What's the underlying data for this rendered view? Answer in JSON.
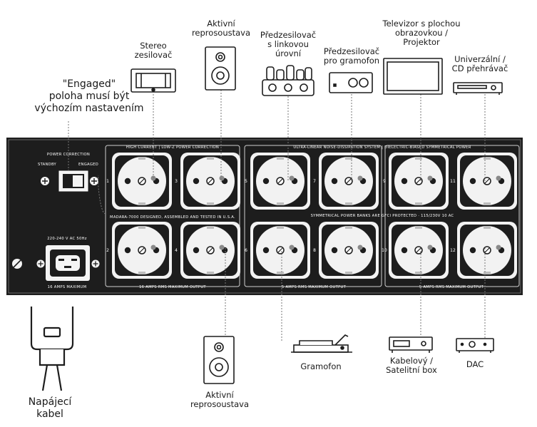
{
  "labels": {
    "engaged_note_1": "\"Engaged\"",
    "engaged_note_2": "poloha musí být",
    "engaged_note_3": "výchozím nastavením",
    "stereo_amp_1": "Stereo",
    "stereo_amp_2": "zesilovač",
    "active_speaker_top_1": "Aktivní",
    "active_speaker_top_2": "reprosoustava",
    "preamp_line_1": "Předzesilovač",
    "preamp_line_2": "s linkovou",
    "preamp_line_3": "úrovní",
    "phono_preamp_1": "Předzesilovač",
    "phono_preamp_2": "pro gramofon",
    "tv_1": "Televizor s plochou",
    "tv_2": "obrazovkou /",
    "tv_3": "Projektor",
    "cd_1": "Univerzální /",
    "cd_2": "CD přehrávač",
    "power_cable_1": "Napájecí",
    "power_cable_2": "kabel",
    "active_speaker_bottom_1": "Aktivní",
    "active_speaker_bottom_2": "reprosoustava",
    "turntable": "Gramofon",
    "cable_box_1": "Kabelový /",
    "cable_box_2": "Satelitní box",
    "dac": "DAC"
  },
  "panel": {
    "power_correction": "POWER CORRECTION",
    "standby": "STANDBY",
    "engaged": "ENGAGED",
    "voltage": "220-240 V AC 50Hz",
    "amps_max": "16 AMPS MAXIMUM",
    "bank1_title": "HIGH CURRENT | LOW-Z POWER CORRECTION",
    "bank23_title": "ULTRA-LINEAR NOISE-DISSIPATION SYSTEM | DIELECTRIC-BIASED SYMMETRICAL POWER",
    "made_in": "MADARA-7000 DESIGNED, ASSEMBLED AND TESTED IN U.S.A.",
    "banks_note": "SYMMETRICAL POWER BANKS ARE GFCI PROTECTED · 115/230V 10 AC",
    "bank1_max": "16 AMPS RMS MAXIMUM OUTPUT",
    "bank2_max": "5 AMPS RMS MAXIMUM OUTPUT",
    "bank3_max": "5 AMPS RMS MAXIMUM OUTPUT",
    "outlet_numbers": [
      "1",
      "2",
      "3",
      "4",
      "5",
      "6",
      "7",
      "8",
      "9",
      "10",
      "11",
      "12"
    ]
  },
  "colors": {
    "panel": "#1d1d1d",
    "dot": "#8a8a8a",
    "line": "#777777"
  }
}
